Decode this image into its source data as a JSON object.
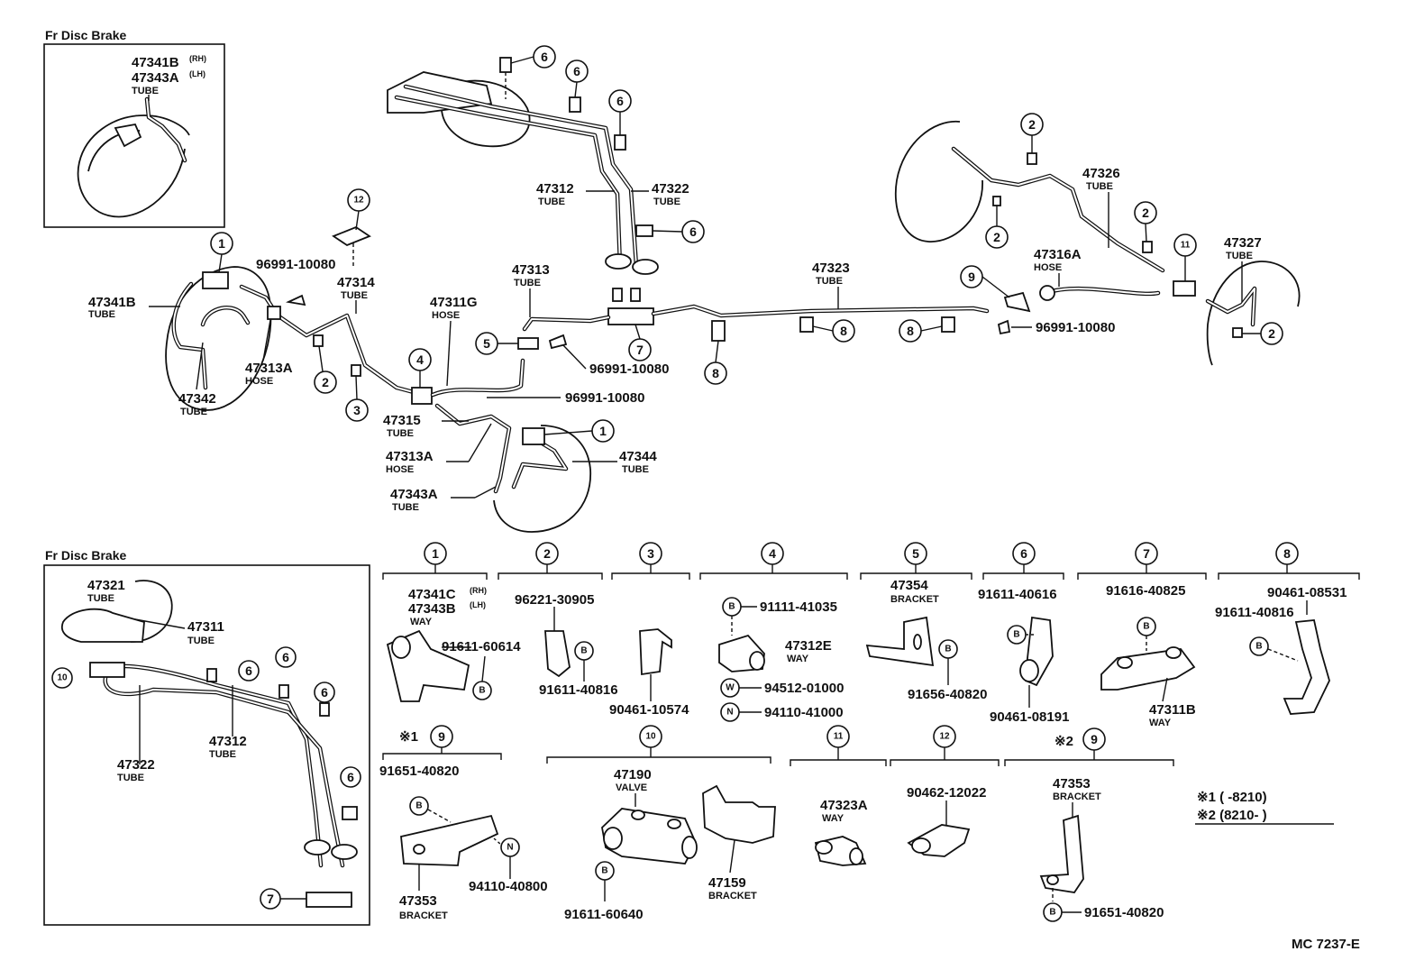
{
  "inset_top": {
    "title": "Fr Disc Brake",
    "part1": "47341B",
    "part1_sup": "(RH)",
    "part2": "47343A",
    "part2_sup": "(LH)",
    "desc": "TUBE"
  },
  "inset_bottom": {
    "title": "Fr Disc Brake",
    "p47321": "47321",
    "p47321_desc": "TUBE",
    "p47311": "47311",
    "p47311_desc": "TUBE",
    "p47312": "47312",
    "p47312_desc": "TUBE",
    "p47322": "47322",
    "p47322_desc": "TUBE",
    "c10": "10",
    "c6a": "6",
    "c6b": "6",
    "c6c": "6",
    "c6d": "6",
    "c7": "7"
  },
  "main_labels": {
    "p47341B": "47341B",
    "p47341B_desc": "TUBE",
    "p47342": "47342",
    "p47342_desc": "TUBE",
    "p47313A_1": "47313A",
    "p47313A_1_desc": "HOSE",
    "p96991_a": "96991-10080",
    "p47314": "47314",
    "p47314_desc": "TUBE",
    "p47311G": "47311G",
    "p47311G_desc": "HOSE",
    "p47313": "47313",
    "p47313_desc": "TUBE",
    "p47312": "47312",
    "p47312_desc": "TUBE",
    "p47322": "47322",
    "p47322_desc": "TUBE",
    "p96991_b": "96991-10080",
    "p96991_c": "96991-10080",
    "p47315": "47315",
    "p47315_desc": "TUBE",
    "p47313A_2": "47313A",
    "p47313A_2_desc": "HOSE",
    "p47343A": "47343A",
    "p47343A_desc": "TUBE",
    "p47344": "47344",
    "p47344_desc": "TUBE",
    "p47323": "47323",
    "p47323_desc": "TUBE",
    "p47326": "47326",
    "p47326_desc": "TUBE",
    "p47316A": "47316A",
    "p47316A_desc": "HOSE",
    "p47327": "47327",
    "p47327_desc": "TUBE",
    "p96991_d": "96991-10080"
  },
  "main_callouts": {
    "c1a": "1",
    "c1b": "1",
    "c2a": "2",
    "c2b": "2",
    "c2c": "2",
    "c2d": "2",
    "c2e": "2",
    "c3": "3",
    "c4": "4",
    "c5": "5",
    "c6a": "6",
    "c6b": "6",
    "c6c": "6",
    "c6d": "6",
    "c7": "7",
    "c8a": "8",
    "c8b": "8",
    "c8c": "8",
    "c9": "9",
    "c11": "11",
    "c12": "12"
  },
  "detail_sections": {
    "s1": {
      "num": "1",
      "p1": "47341C",
      "p1_sup": "(RH)",
      "p2": "47343B",
      "p2_sup": "(LH)",
      "desc": "WAY",
      "bolt": "91611-60614",
      "mark": "B"
    },
    "s2": {
      "num": "2",
      "part": "96221-30905",
      "bolt": "91611-40816",
      "mark": "B"
    },
    "s3": {
      "num": "3",
      "part": "90461-10574"
    },
    "s4": {
      "num": "4",
      "bolt": "91111-41035",
      "part": "47312E",
      "desc": "WAY",
      "washer": "94512-01000",
      "nut": "94110-41000",
      "m1": "B",
      "m2": "W",
      "m3": "N"
    },
    "s5": {
      "num": "5",
      "part": "47354",
      "desc": "BRACKET",
      "bolt": "91656-40820",
      "mark": "B"
    },
    "s6": {
      "num": "6",
      "bolt": "91611-40616",
      "clamp": "90461-08191",
      "mark": "B"
    },
    "s7": {
      "num": "7",
      "bolt": "91616-40825",
      "part": "47311B",
      "desc": "WAY",
      "mark": "B"
    },
    "s8": {
      "num": "8",
      "bolt": "91611-40816",
      "clamp": "90461-08531",
      "mark": "B"
    },
    "s9a": {
      "prefix": "※1",
      "num": "9",
      "bolt": "91651-40820",
      "part": "47353",
      "desc": "BRACKET",
      "nut": "94110-40800",
      "m1": "B",
      "m2": "N"
    },
    "s10": {
      "num": "10",
      "part": "47190",
      "desc": "VALVE",
      "bolt": "91611-60640",
      "bracket": "47159",
      "bracket_desc": "BRACKET",
      "mark": "B"
    },
    "s11": {
      "num": "11",
      "part": "47323A",
      "desc": "WAY"
    },
    "s12": {
      "num": "12",
      "part": "90462-12022"
    },
    "s9b": {
      "prefix": "※2",
      "num": "9",
      "part": "47353",
      "desc": "BRACKET",
      "bolt": "91651-40820",
      "mark": "B"
    }
  },
  "notes": {
    "line1": "※1 (       -8210)",
    "line2": "※2 (8210-       )"
  },
  "footer": {
    "code": "MC  7237-E"
  }
}
